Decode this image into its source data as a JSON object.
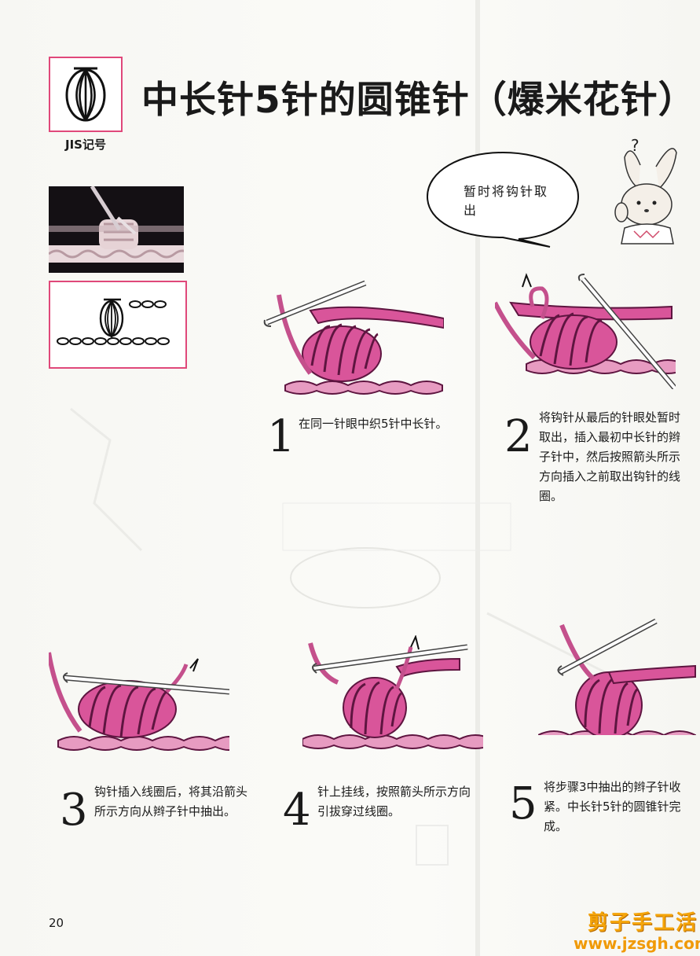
{
  "title": "中长针5针的圆锥针（爆米花针）",
  "jis_label": "JIS记号",
  "speech_bubble": "暂时将钩针取出",
  "steps": [
    {
      "num": "1",
      "text": "在同一针眼中织5针中长针。"
    },
    {
      "num": "2",
      "text": "将钩针从最后的针眼处暂时取出，插入最初中长针的辫子针中，然后按照箭头所示方向插入之前取出钩针的线圈。"
    },
    {
      "num": "3",
      "text": "钩针插入线圈后，将其沿箭头所示方向从辫子针中抽出。"
    },
    {
      "num": "4",
      "text": "针上挂线，按照箭头所示方向引拔穿过线圈。"
    },
    {
      "num": "5",
      "text": "将步骤3中抽出的辫子针收紧。中长针5针的圆锥针完成。"
    }
  ],
  "page_number": "20",
  "footer_logo": "剪子手工活",
  "footer_url": "www.jzsgh.com",
  "colors": {
    "accent": "#e0487a",
    "yarn": "#d9559a",
    "yarn_dark": "#7a1f52",
    "logo": "#f5a50a"
  }
}
